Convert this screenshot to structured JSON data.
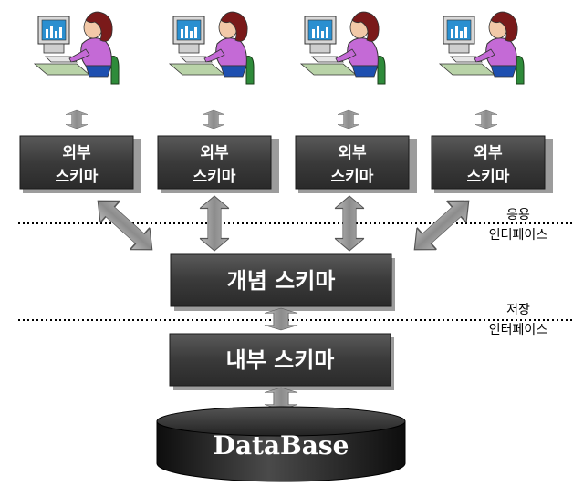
{
  "users": [
    {
      "label_line1": "외부",
      "label_line2": "스키마"
    },
    {
      "label_line1": "외부",
      "label_line2": "스키마"
    },
    {
      "label_line1": "외부",
      "label_line2": "스키마"
    },
    {
      "label_line1": "외부",
      "label_line2": "스키마"
    }
  ],
  "conceptual_schema": "개념 스키마",
  "internal_schema": "내부 스키마",
  "database_label": "DataBase",
  "application_interface": {
    "line1": "응용",
    "line2": "인터페이스"
  },
  "storage_interface": {
    "line1": "저장",
    "line2": "인터페이스"
  },
  "colors": {
    "box_fill": "#3a3a3a",
    "box_shadow": "#9a9a9a",
    "arrow_fill": "#9e9e9e",
    "db_fill": "#1a1a1a"
  },
  "icons": [
    "user-at-computer-icon"
  ]
}
